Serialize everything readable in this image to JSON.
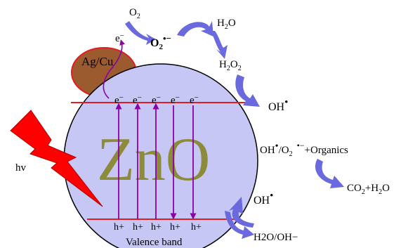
{
  "particle": {
    "name": "ZnO",
    "cocatalyst": "Ag/Cu",
    "valence_band_label": "Valence band",
    "light_label": "hv"
  },
  "carriers": {
    "electron": "e",
    "electron_charge": "−",
    "hole": "h+"
  },
  "species": {
    "o2": "O",
    "o2_sub": "2",
    "superoxide": "O",
    "superoxide_sub": "2",
    "superoxide_charge": "•−",
    "h2o": "H",
    "h2o_sub": "2",
    "h2o_tail": "O",
    "h2o2": "H",
    "h2o2_sub1": "2",
    "h2o2_mid": "O",
    "h2o2_sub2": "2",
    "oh_radical": "OH",
    "radical_dot": "•",
    "reaction_1": "OH",
    "reaction_2": "/O",
    "reaction_3": "2",
    "reaction_4": "•−",
    "reaction_5": "+Organics",
    "products_1": "CO",
    "products_2": "2",
    "products_3": "+H",
    "products_4": "2",
    "products_5": "O",
    "water_source": "H2O/OH−"
  },
  "colors": {
    "particle_fill": "#C7C7F5",
    "zno_text": "#8B8B3A",
    "cocatalyst_fill": "#9C5A2F",
    "band_line": "#E31B23",
    "transition_arrow": "#8B00A8",
    "flow_arrow": "#6A6ADE",
    "lightning": "#FF0000"
  }
}
